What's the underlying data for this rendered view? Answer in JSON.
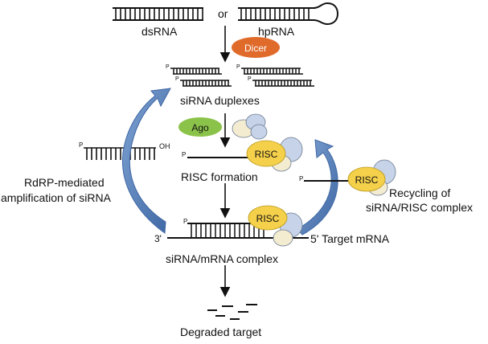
{
  "top": {
    "dsrna": "dsRNA",
    "or": "or",
    "hprna": "hpRNA"
  },
  "enzymes": {
    "dicer": "Dicer",
    "ago": "Ago",
    "risc": "RISC"
  },
  "stages": {
    "sirna_duplexes": "siRNA duplexes",
    "risc_formation": "RISC formation",
    "sirna_mrna_complex": "siRNA/mRNA  complex",
    "degraded_target": "Degraded target"
  },
  "side": {
    "amplification_line1": "RdRP-mediated",
    "amplification_line2": "amplification of siRNA",
    "recycling_line1": "Recycling of",
    "recycling_line2": "siRNA/RISC complex"
  },
  "marks": {
    "p": "P",
    "oh": "OH",
    "three_prime": "3'",
    "target_mrna": "5' Target mRNA"
  },
  "colors": {
    "dicer": "#e06a2a",
    "ago": "#8bc34a",
    "risc": "#f5d04a",
    "protein_blue": "#c6d3e8",
    "protein_cream": "#f3ecd0",
    "arrow_blue": "#5b82b8"
  }
}
